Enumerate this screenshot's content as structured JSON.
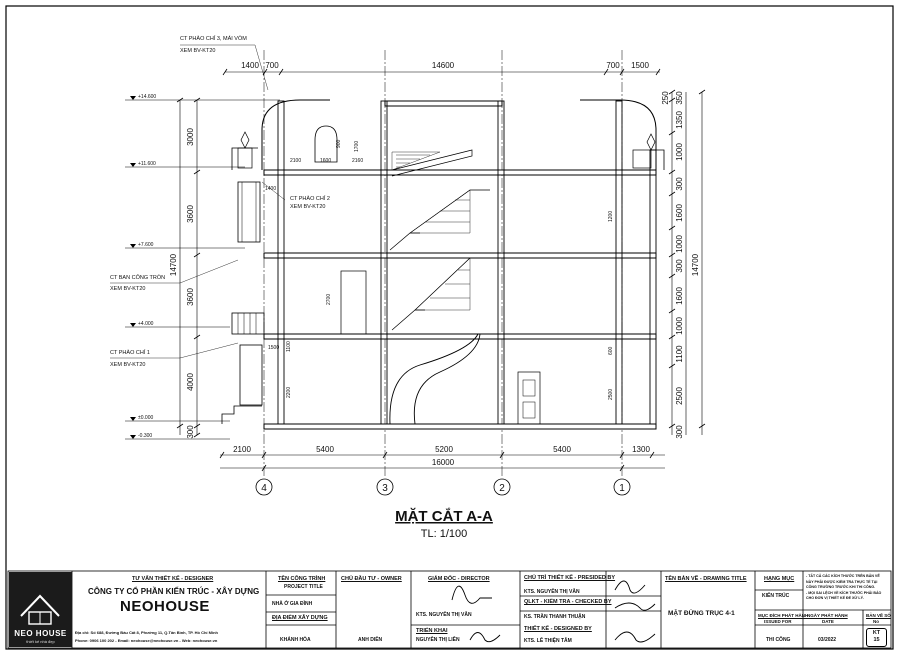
{
  "drawing": {
    "title": "MẶT CẮT A-A",
    "scale": "TL: 1/100",
    "top_dims": [
      "1400",
      "700",
      "14600",
      "700",
      "1500"
    ],
    "bottom_dims": [
      "2100",
      "5400",
      "5200",
      "5400",
      "1300"
    ],
    "total_width": "16000",
    "axes": [
      "4",
      "3",
      "2",
      "1"
    ],
    "left_dims": [
      "3000",
      "3600",
      "3600",
      "4000",
      "300"
    ],
    "left_total": "14700",
    "right_dims": [
      "250",
      "350",
      "1350",
      "1000",
      "300",
      "1600",
      "1000",
      "300",
      "1600",
      "1000",
      "1100",
      "2500",
      "300"
    ],
    "right_total": "14700",
    "levels": [
      "+14.600",
      "+11.600",
      "+7.600",
      "+4.000",
      "±0.000",
      "-0.300"
    ],
    "notes": {
      "arch_detail": [
        "CT PHÀO CHỈ 3, MÁI VÒM",
        "XEM BV-KT20"
      ],
      "detail_2": [
        "CT PHÀO CHỈ 2",
        "XEM BV-KT20"
      ],
      "balcony": [
        "CT BAN CÔNG TRÒN",
        "XEM BV-KT20"
      ],
      "detail_1": [
        "CT PHÀO CHỈ 1",
        "XEM BV-KT20"
      ]
    },
    "inner_dims": [
      "2100",
      "1600",
      "2160",
      "1400",
      "1500",
      "2700",
      "1100",
      "2200",
      "900",
      "1700",
      "1200",
      "600",
      "2500"
    ]
  },
  "title_block": {
    "logo_text": "NEO HOUSE",
    "logo_sub": "thiết kế nhà đẹp",
    "designer_header": "TƯ VẤN THIẾT KẾ - DESIGNER",
    "company_line": "CÔNG TY CỔ PHẦN KIẾN TRÚC - XÂY DỰNG",
    "company_name": "NEOHOUSE",
    "address": "Địa chỉ: Số 688, Đường Bàu Cát 8, Phường 11, Q.Tân Bình, TP. Hồ Chí Minh",
    "contact": "Phone: 0906 100 202 - Email: neohouse@neohouse.vn - Web: neohouse.vn",
    "project_header_1": "TÊN CÔNG TRÌNH",
    "project_header_2": "PROJECT TITLE",
    "project_name": "NHÀ Ở GIA ĐÌNH",
    "location_header": "ĐỊA ĐIỂM XÂY DỰNG",
    "location": "KHÁNH HÒA",
    "owner_header": "CHỦ ĐẦU TƯ - OWNER",
    "owner": "ANH DIỄN",
    "director_header": "GIÁM ĐỐC - DIRECTOR",
    "director": "KTS. NGUYỄN THỊ VÂN",
    "drafter_header": "TRIỂN KHAI",
    "drafter": "NGUYỄN THỊ LIÊN",
    "presided_header": "CHỦ TRÌ THIẾT KẾ - PRESIDED BY",
    "presided": "KTS. NGUYỄN THỊ VÂN",
    "checked_header": "QLKT - KIỂM TRA - CHECKED BY",
    "checked": "KS. TRẦN THANH THUẬN",
    "designed_header": "THIẾT KẾ - DESIGNED BY",
    "designed": "KTS. LÊ THIỆN TÂM",
    "drawing_title_header": "TÊN BẢN VẼ - DRAWING TITLE",
    "drawing_title": "MẶT ĐỨNG TRỤC 4-1",
    "category_header": "HẠNG MỤC",
    "category": "KIẾN TRÚC",
    "purpose_header_1": "MỤC ĐÍCH PHÁT HÀNH",
    "purpose_header_2": "ISSUED FOR",
    "purpose": "THI CÔNG",
    "date_header_1": "NGÀY PHÁT HÀNH",
    "date_header_2": "DATE",
    "date": "03/2022",
    "sheet_header_1": "BẢN VẼ SỐ",
    "sheet_header_2": "No",
    "sheet_code": "KT",
    "sheet_number": "15",
    "remarks": [
      "- TẤT CẢ CÁC KÍCH THƯỚC TRÊN BẢN VẼ",
      "NÀY PHẢI ĐƯỢC KIỂM TRA THỰC TẾ TẠI",
      "CÔNG TRƯỜNG TRƯỚC KHI THI CÔNG.",
      "- MỌI SAI LỆCH VỀ KÍCH THƯỚC PHẢI BÁO",
      "CHO ĐƠN VỊ THIẾT KẾ ĐỂ XỬ LÝ."
    ]
  }
}
